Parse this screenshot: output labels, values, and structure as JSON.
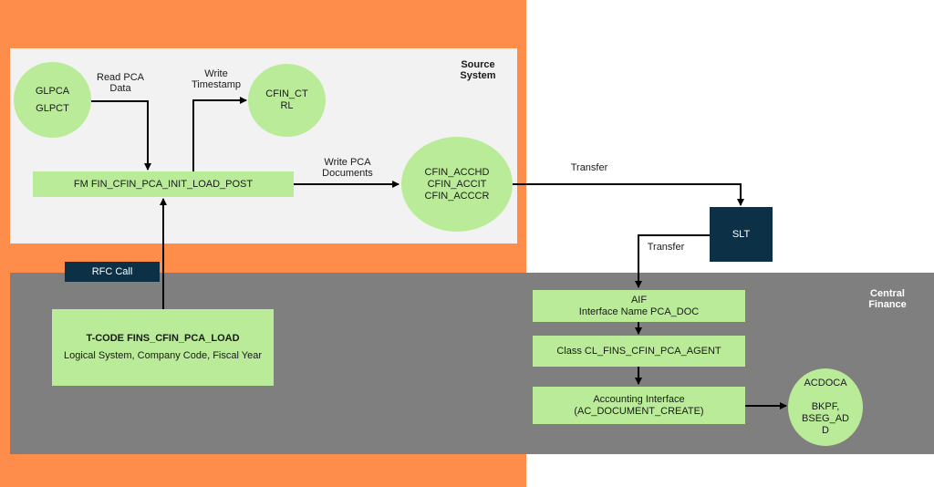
{
  "panels": {
    "source_title": "Source\nSystem",
    "central_title": "Central\nFinance"
  },
  "nodes": {
    "glpca": {
      "line1": "GLPCA",
      "line2": "GLPCT"
    },
    "cfin_ctrl": "CFIN_CT\nRL",
    "fm_post": "FM  FIN_CFIN_PCA_INIT_LOAD_POST",
    "cfin_tables": "CFIN_ACCHD\nCFIN_ACCIT\nCFIN_ACCCR",
    "slt": "SLT",
    "rfc": "RFC Call",
    "tcode": {
      "title": "T-CODE FINS_CFIN_PCA_LOAD",
      "subtitle": "Logical System, Company Code, Fiscal Year"
    },
    "aif": {
      "line1": "AIF",
      "line2": "Interface Name PCA_DOC"
    },
    "class_agent": "Class CL_FINS_CFIN_PCA_AGENT",
    "acc_interface": {
      "line1": "Accounting Interface",
      "line2": "(AC_DOCUMENT_CREATE)"
    },
    "acdoca": "ACDOCA\n\nBKPF,\nBSEG_AD\nD"
  },
  "edge_labels": {
    "read_pca": "Read PCA\nData",
    "write_ts": "Write\nTimestamp",
    "write_docs": "Write PCA\nDocuments",
    "transfer1": "Transfer",
    "transfer2": "Transfer"
  },
  "colors": {
    "orange": "#fe8c4b",
    "source_panel": "#f2f2f2",
    "central_panel": "#7f7f7f",
    "node_green": "#b9eb98",
    "navy": "#0c3147"
  }
}
